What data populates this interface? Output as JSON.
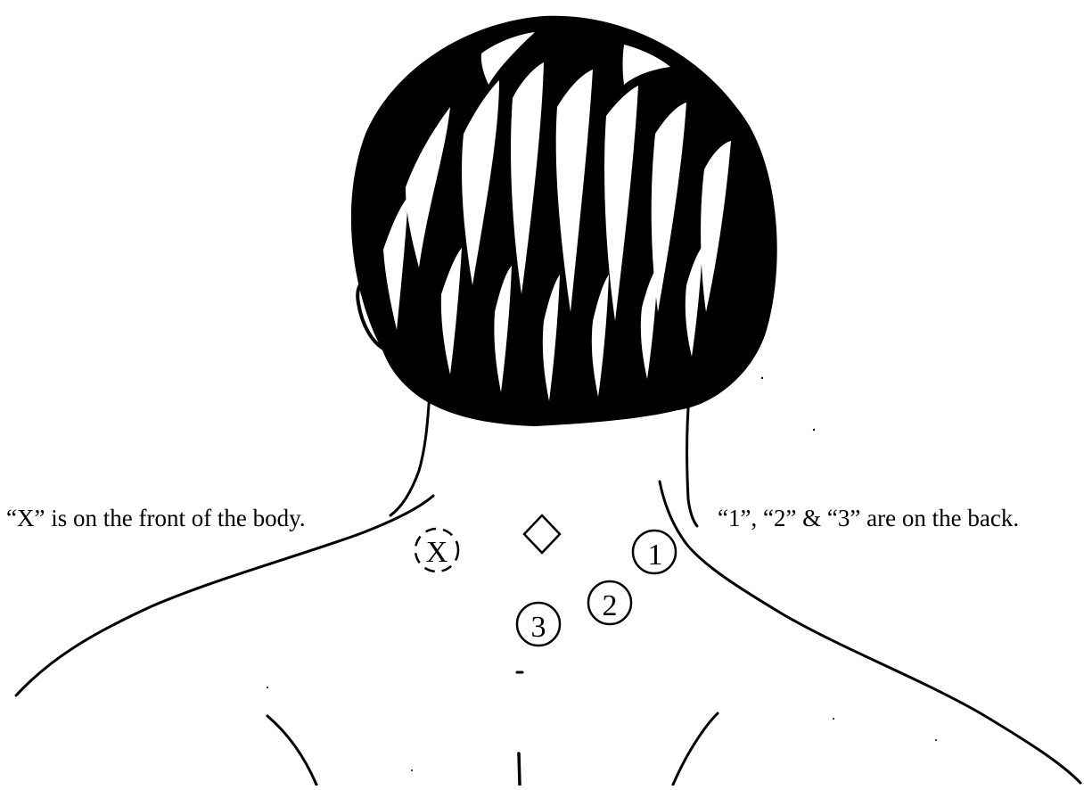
{
  "notes": {
    "front": "“X” is on the front of the body.",
    "back": "“1”, “2” & “3” are on the back."
  },
  "markers": {
    "x": "X",
    "one": "1",
    "two": "2",
    "three": "3"
  },
  "colors": {
    "ink": "#000000",
    "paper": "#ffffff"
  }
}
